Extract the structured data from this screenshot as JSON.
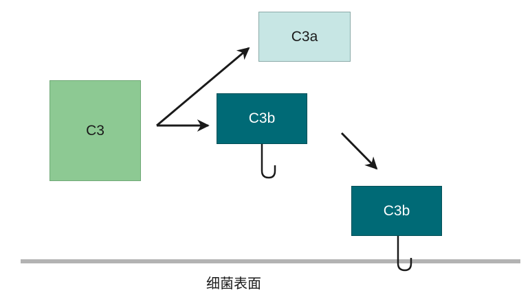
{
  "nodes": {
    "c3": "C3",
    "c3a": "C3a",
    "c3b": "C3b",
    "c3b_bound": "C3b"
  },
  "surface": {
    "label": "细菌表面"
  },
  "colors": {
    "c3_fill": "#8dc993",
    "c3a_fill": "#c7e6e4",
    "c3b_fill": "#006a76",
    "surface_line": "#b3b3b3",
    "arrow": "#1a1a1a"
  }
}
